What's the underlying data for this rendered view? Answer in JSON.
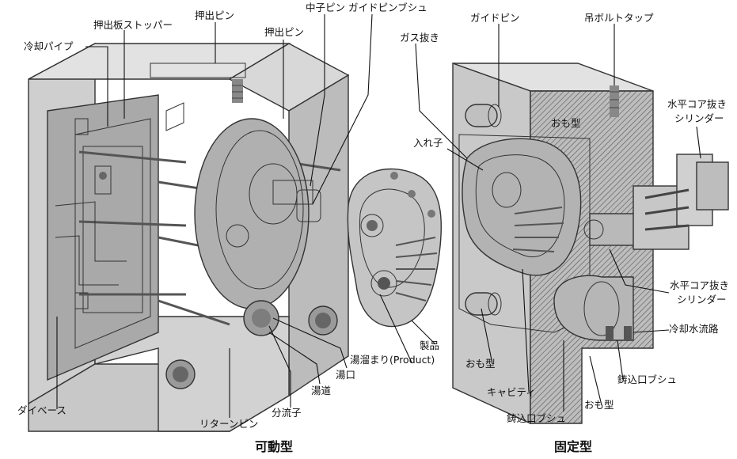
{
  "labels": {
    "stopper": "押出板ストッパー",
    "ejector_pin_1": "押出ピン",
    "ejector_pin_2": "押出ピン",
    "core_pin": "中子ピン",
    "guide_pin_bush": "ガイドピンブシュ",
    "cooling_pipe": "冷却パイプ",
    "gas_vent": "ガス抜き",
    "guide_pin": "ガイドピン",
    "eye_bolt_tap": "吊ボルトタップ",
    "insert": "入れ子",
    "cavity_plate_top": "おも型",
    "horizontal_core_cylinder_1": "水平コア抜き\nシリンダー",
    "horizontal_core_cylinder_2": "水平コア抜き\nシリンダー",
    "cooling_channel": "冷却水流路",
    "sprue_bush_1": "鋳込口ブシュ",
    "cavity_plate_bottom": "おも型",
    "cavity_plate_left": "おも型",
    "cavity": "キャビティ",
    "sprue_bush_2": "鋳込口ブシュ",
    "overflow": "湯溜まり(Product)",
    "product": "製品",
    "gate": "湯口",
    "runner": "湯道",
    "spreader": "分流子",
    "return_pin": "リターンピン",
    "die_base": "ダイベース"
  },
  "captions": {
    "moving_die": "可動型",
    "fixed_die": "固定型"
  },
  "colors": {
    "body": "#d6d6d6",
    "face": "#c4c4c4",
    "shadow": "#9a9a9a",
    "hatch": "#7a7a7a",
    "line": "#111111"
  }
}
